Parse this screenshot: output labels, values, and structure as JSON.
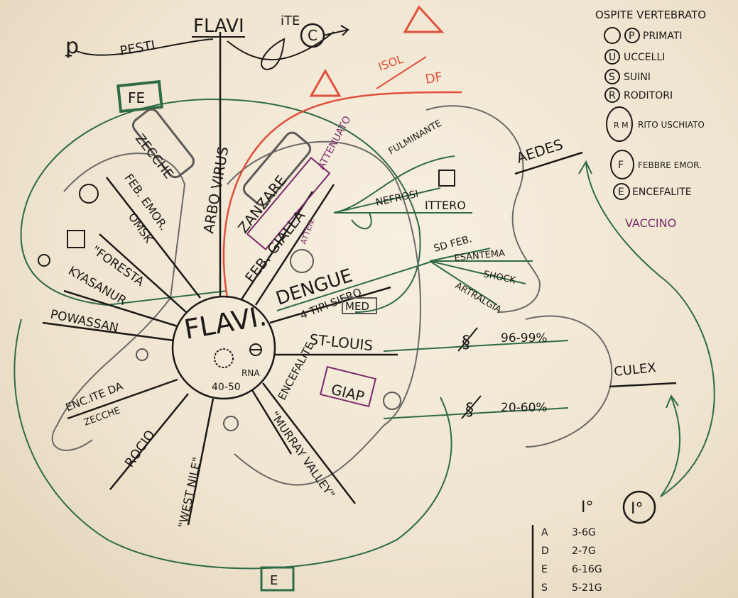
{
  "center": {
    "title": "FLAVI.",
    "subtitle": "40-50",
    "rna_label": "RNA"
  },
  "top": {
    "flavi": "FLAVI",
    "pesti": "PESTI",
    "ite": "iTE",
    "c_letter": "C",
    "arbo": "ARBO VIRUS",
    "fe_box": "FE",
    "e_box": "E",
    "isol": "ISOL",
    "df": "DF"
  },
  "mosquito": {
    "zanzare": "ZANZARE",
    "attenuato": "ATTENUATO",
    "feb_gialla": "FEB. GIALLA",
    "antiamarillica": "ATTEN.",
    "dengue": "DENGUE",
    "tipi": "4 TIPI SIERO",
    "med": "MED",
    "st_louis": "ST-LOUIS",
    "encefalite": "ENCEFALITE",
    "giap": "GIAP",
    "murray": "\"MURRAY VALLEY\"",
    "west_nile": "\"WEST NILE\"",
    "rocio": "ROCIO",
    "percent_1": "96-99%",
    "percent_2": "20-60%"
  },
  "tick": {
    "zecche": "ZECCHE",
    "feb_emor": "FEB. EMOR.",
    "omsk": "OMSK",
    "foresta": "\"FORESTA",
    "kyasanur": "KYASANUR",
    "powassan": "POWASSAN",
    "enc_ite": "ENC.ITE DA",
    "zecche2": "ZECCHE"
  },
  "dengue_branch": {
    "fulminante": "FULMINANTE",
    "nefrosi": "NEFROSI",
    "ittero": "ITTERO",
    "sd_feb": "SD FEB.",
    "esantema": "ESANTEMA",
    "shock": "SHOCK",
    "artralgia": "ARTRALGIA"
  },
  "vectors": {
    "aedes": "AEDES",
    "culex": "CULEX",
    "i_letter": "I°",
    "i_circle": "I°"
  },
  "legend": {
    "title": "OSPITE VERTEBRATO",
    "items": [
      {
        "sym": "P",
        "text": "PRIMATI"
      },
      {
        "sym": "U",
        "text": "UCCELLI"
      },
      {
        "sym": "S",
        "text": "SUINI"
      },
      {
        "sym": "R",
        "text": "RODITORI"
      },
      {
        "sym": "R M",
        "text": "RITO USCHIATO"
      },
      {
        "sym": "F",
        "text": "FEBBRE EMOR."
      },
      {
        "sym": "E",
        "text": "ENCEFALITE"
      }
    ],
    "vaccino": "VACCINO"
  },
  "incubation": {
    "rows": [
      {
        "k": "A",
        "v": "3-6G"
      },
      {
        "k": "D",
        "v": "2-7G"
      },
      {
        "k": "E",
        "v": "6-16G"
      },
      {
        "k": "S",
        "v": "5-21G"
      }
    ]
  },
  "colors": {
    "ink": "#1c1a18",
    "green": "#2f6b46",
    "red": "#e0503a",
    "purple": "#7a2a6a",
    "gray": "#5b5a58"
  }
}
